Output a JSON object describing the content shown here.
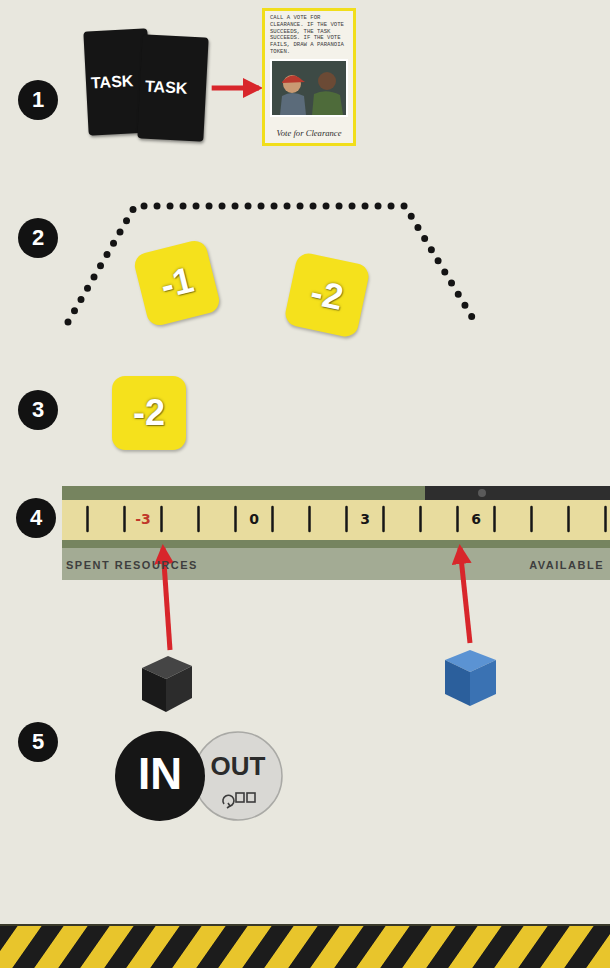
{
  "diagram": {
    "nodes": [
      {
        "text": [
          "TASK"
        ]
      },
      {
        "text": [
          "TASK"
        ]
      },
      {
        "text": [
          "CALL A VOTE FOR CLEARANCE. IF THE VOTE SUCCEEDS, THE TASK SUCCEEDS. IF THE VOTE FAILS, DRAW A PARANOIA TOKEN.",
          "Vote for Clearance"
        ]
      },
      {
        "text": [
          "-1"
        ]
      },
      {
        "text": [
          "-2"
        ]
      },
      {
        "text": [
          "-2"
        ]
      },
      {
        "text": [
          "IN"
        ]
      },
      {
        "text": [
          "OUT"
        ]
      }
    ],
    "edges": [
      {
        "from": 1,
        "to": 2,
        "arrow": "to"
      }
    ],
    "labels": [
      "1",
      "2",
      "3",
      "4",
      "5",
      "-3",
      "0",
      "3",
      "6",
      "SPENT RESOURCES",
      "AVAILABLE"
    ]
  }
}
